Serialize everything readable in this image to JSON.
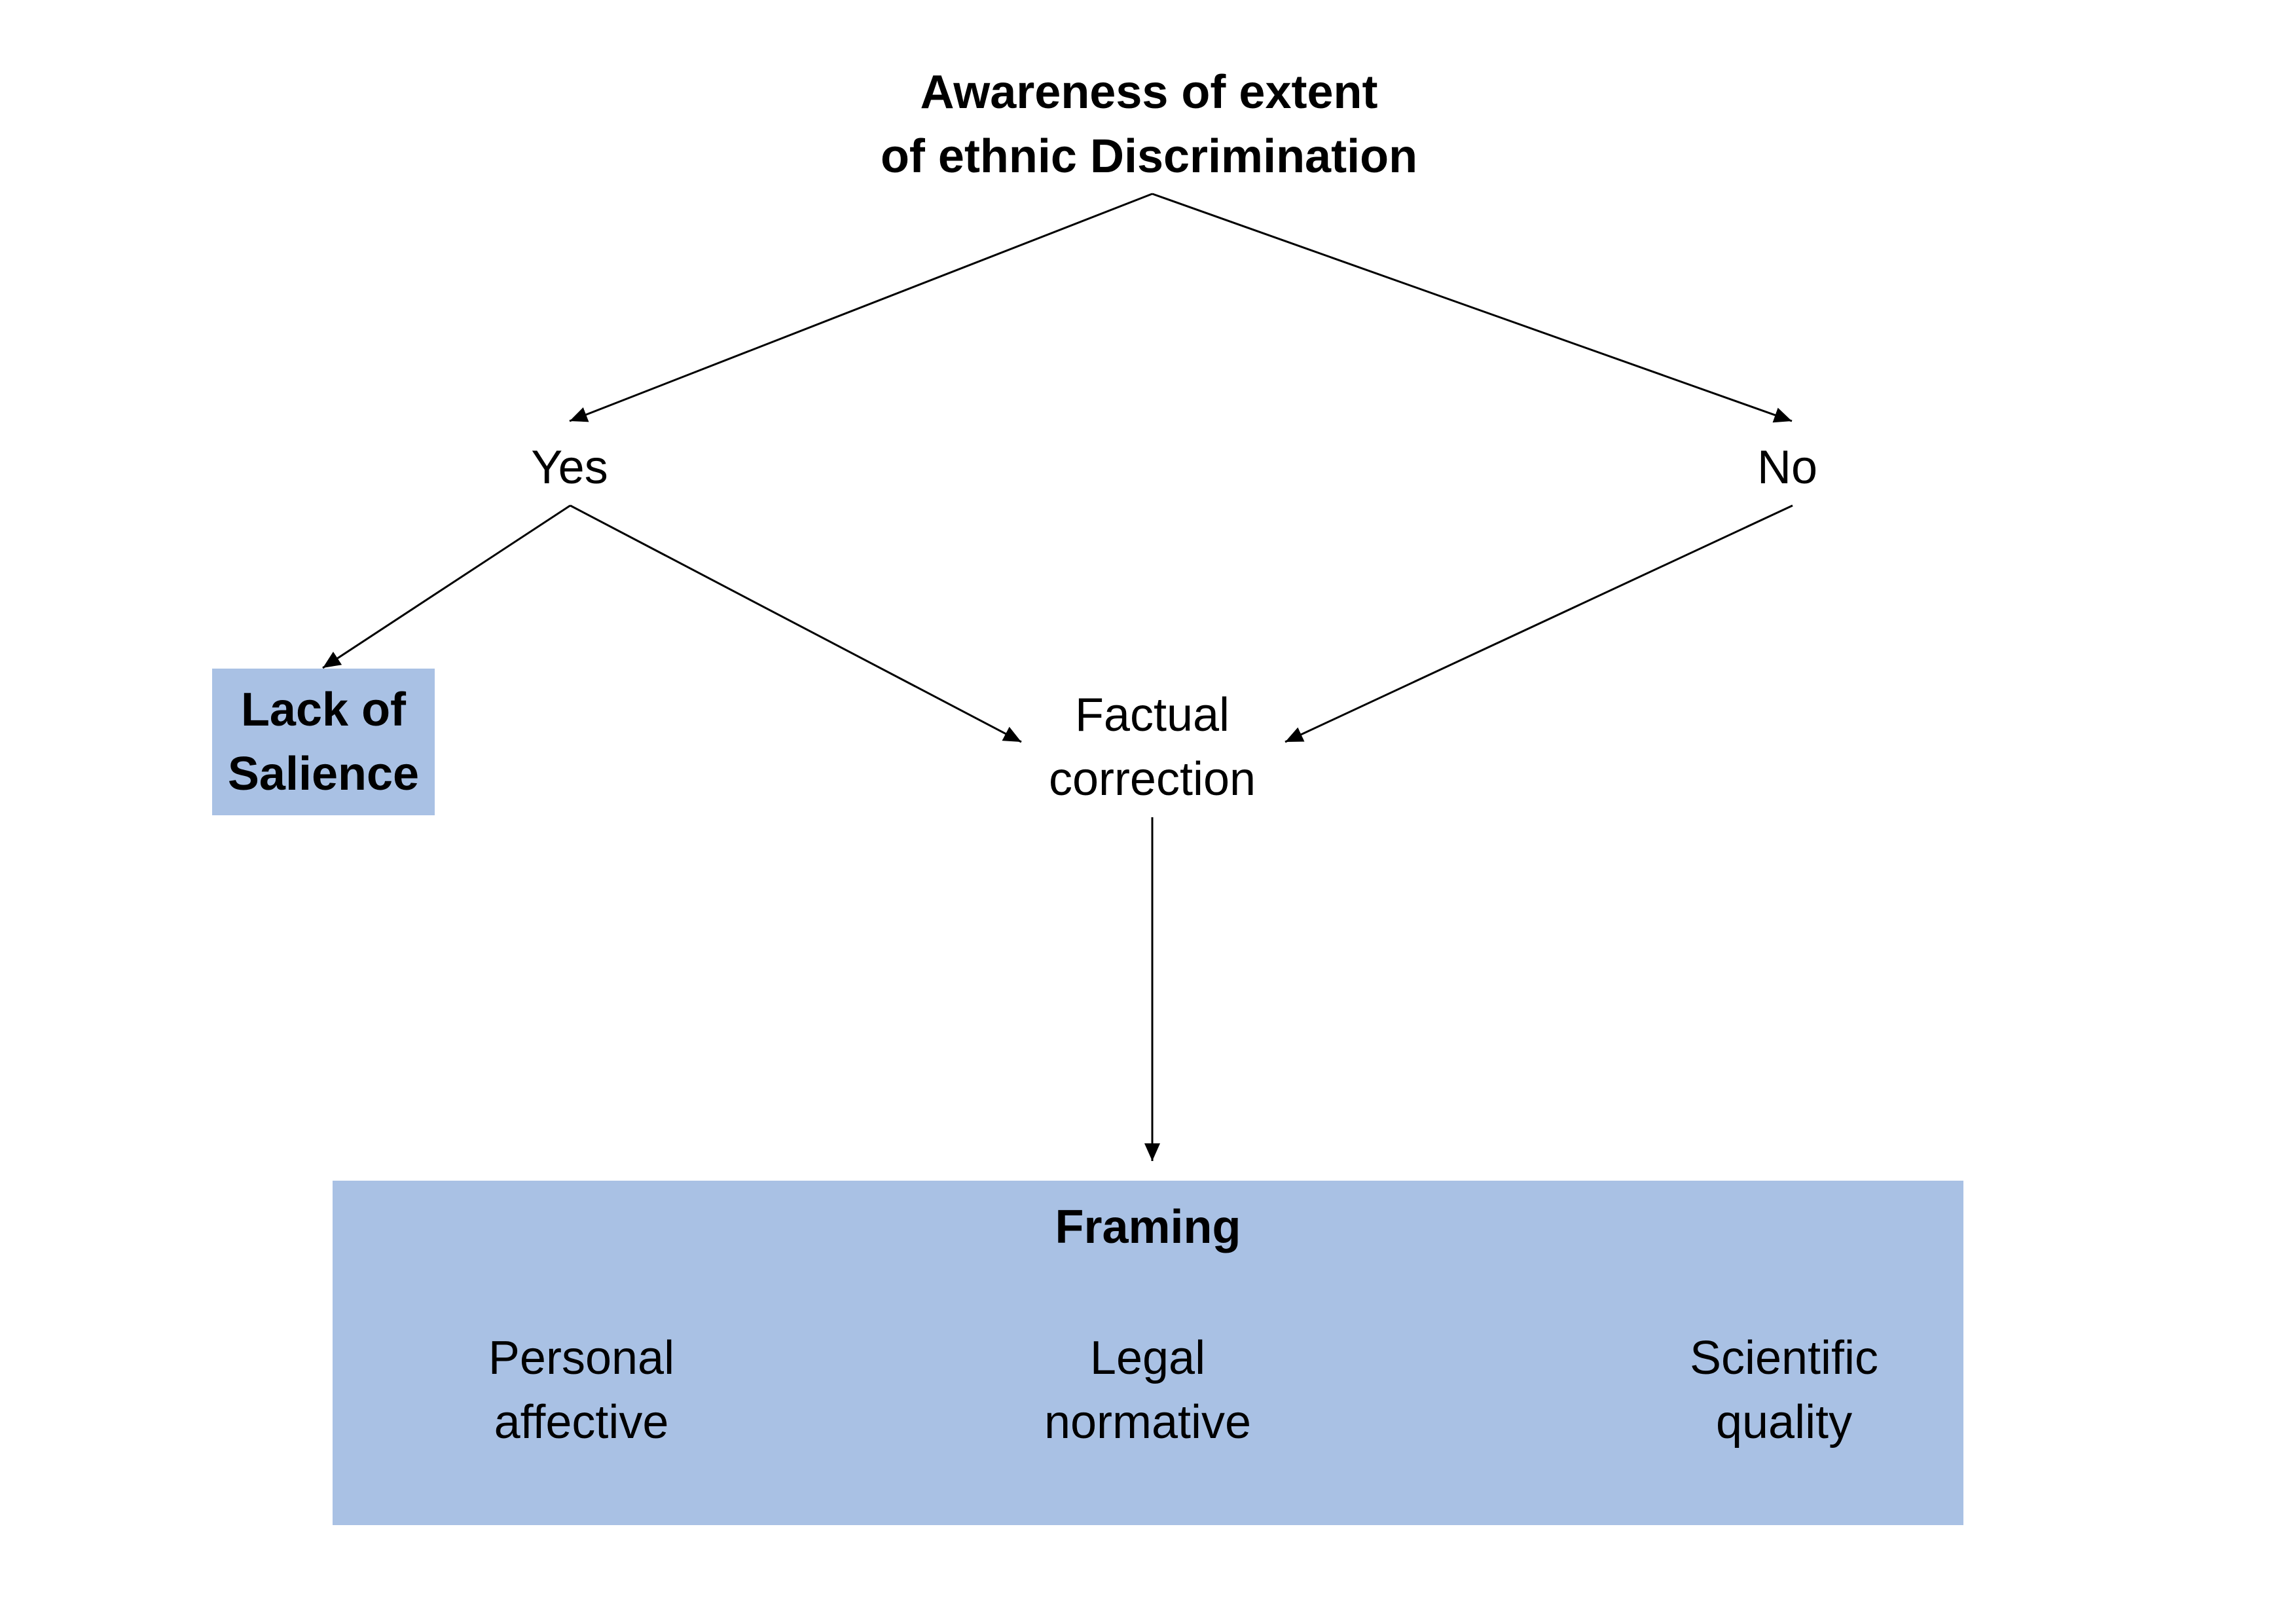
{
  "diagram": {
    "root": {
      "line1": "Awareness of extent",
      "line2": "of ethnic Discrimination"
    },
    "branch_yes": "Yes",
    "branch_no": "No",
    "lack_of_salience": {
      "line1": "Lack of",
      "line2": "Salience"
    },
    "factual_correction": {
      "line1": "Factual",
      "line2": "correction"
    },
    "framing": {
      "title": "Framing",
      "options": [
        {
          "line1": "Personal",
          "line2": "affective"
        },
        {
          "line1": "Legal",
          "line2": "normative"
        },
        {
          "line1": "Scientific",
          "line2": "quality"
        }
      ]
    },
    "colors": {
      "box_fill": "#a9c1e4",
      "line": "#000000"
    }
  }
}
